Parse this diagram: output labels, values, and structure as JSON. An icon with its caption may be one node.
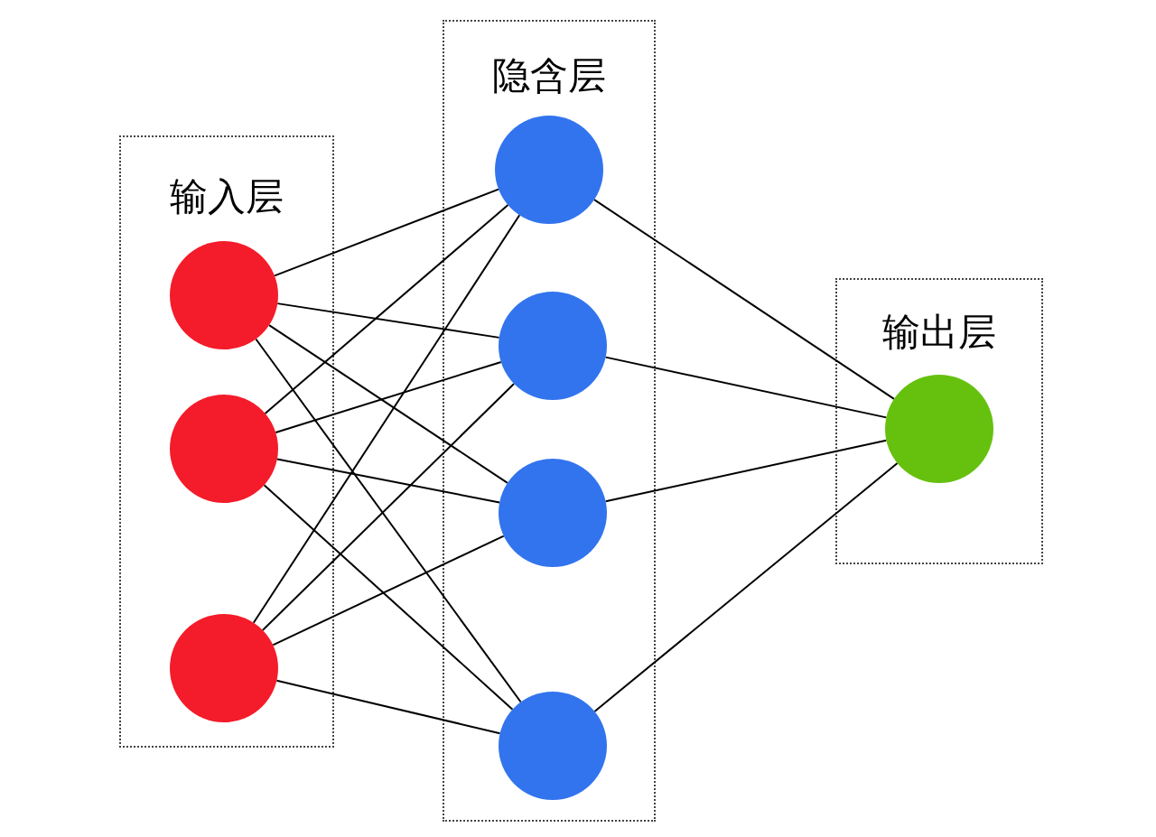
{
  "diagram": {
    "nodes": [
      {
        "text": [
          "输入层"
        ]
      },
      {
        "text": [],
        "shape": "circle",
        "in": 0
      },
      {
        "text": [],
        "shape": "circle",
        "in": 0
      },
      {
        "text": [],
        "shape": "circle",
        "in": 0
      },
      {
        "text": [
          "隐含层"
        ]
      },
      {
        "text": [],
        "shape": "circle",
        "in": 4
      },
      {
        "text": [],
        "shape": "circle",
        "in": 4
      },
      {
        "text": [],
        "shape": "circle",
        "in": 4
      },
      {
        "text": [],
        "shape": "circle",
        "in": 4
      },
      {
        "text": [
          "输出层"
        ]
      },
      {
        "text": [],
        "shape": "circle",
        "in": 9
      }
    ],
    "edges": [
      {
        "from": 1,
        "to": 5,
        "arrow": "none"
      },
      {
        "from": 1,
        "to": 6,
        "arrow": "none"
      },
      {
        "from": 1,
        "to": 7,
        "arrow": "none"
      },
      {
        "from": 1,
        "to": 8,
        "arrow": "none"
      },
      {
        "from": 2,
        "to": 5,
        "arrow": "none"
      },
      {
        "from": 2,
        "to": 6,
        "arrow": "none"
      },
      {
        "from": 2,
        "to": 7,
        "arrow": "none"
      },
      {
        "from": 2,
        "to": 8,
        "arrow": "none"
      },
      {
        "from": 3,
        "to": 5,
        "arrow": "none"
      },
      {
        "from": 3,
        "to": 6,
        "arrow": "none"
      },
      {
        "from": 3,
        "to": 7,
        "arrow": "none"
      },
      {
        "from": 3,
        "to": 8,
        "arrow": "none"
      },
      {
        "from": 5,
        "to": 10,
        "arrow": "none"
      },
      {
        "from": 6,
        "to": 10,
        "arrow": "none"
      },
      {
        "from": 7,
        "to": 10,
        "arrow": "none"
      },
      {
        "from": 8,
        "to": 10,
        "arrow": "none"
      }
    ]
  }
}
